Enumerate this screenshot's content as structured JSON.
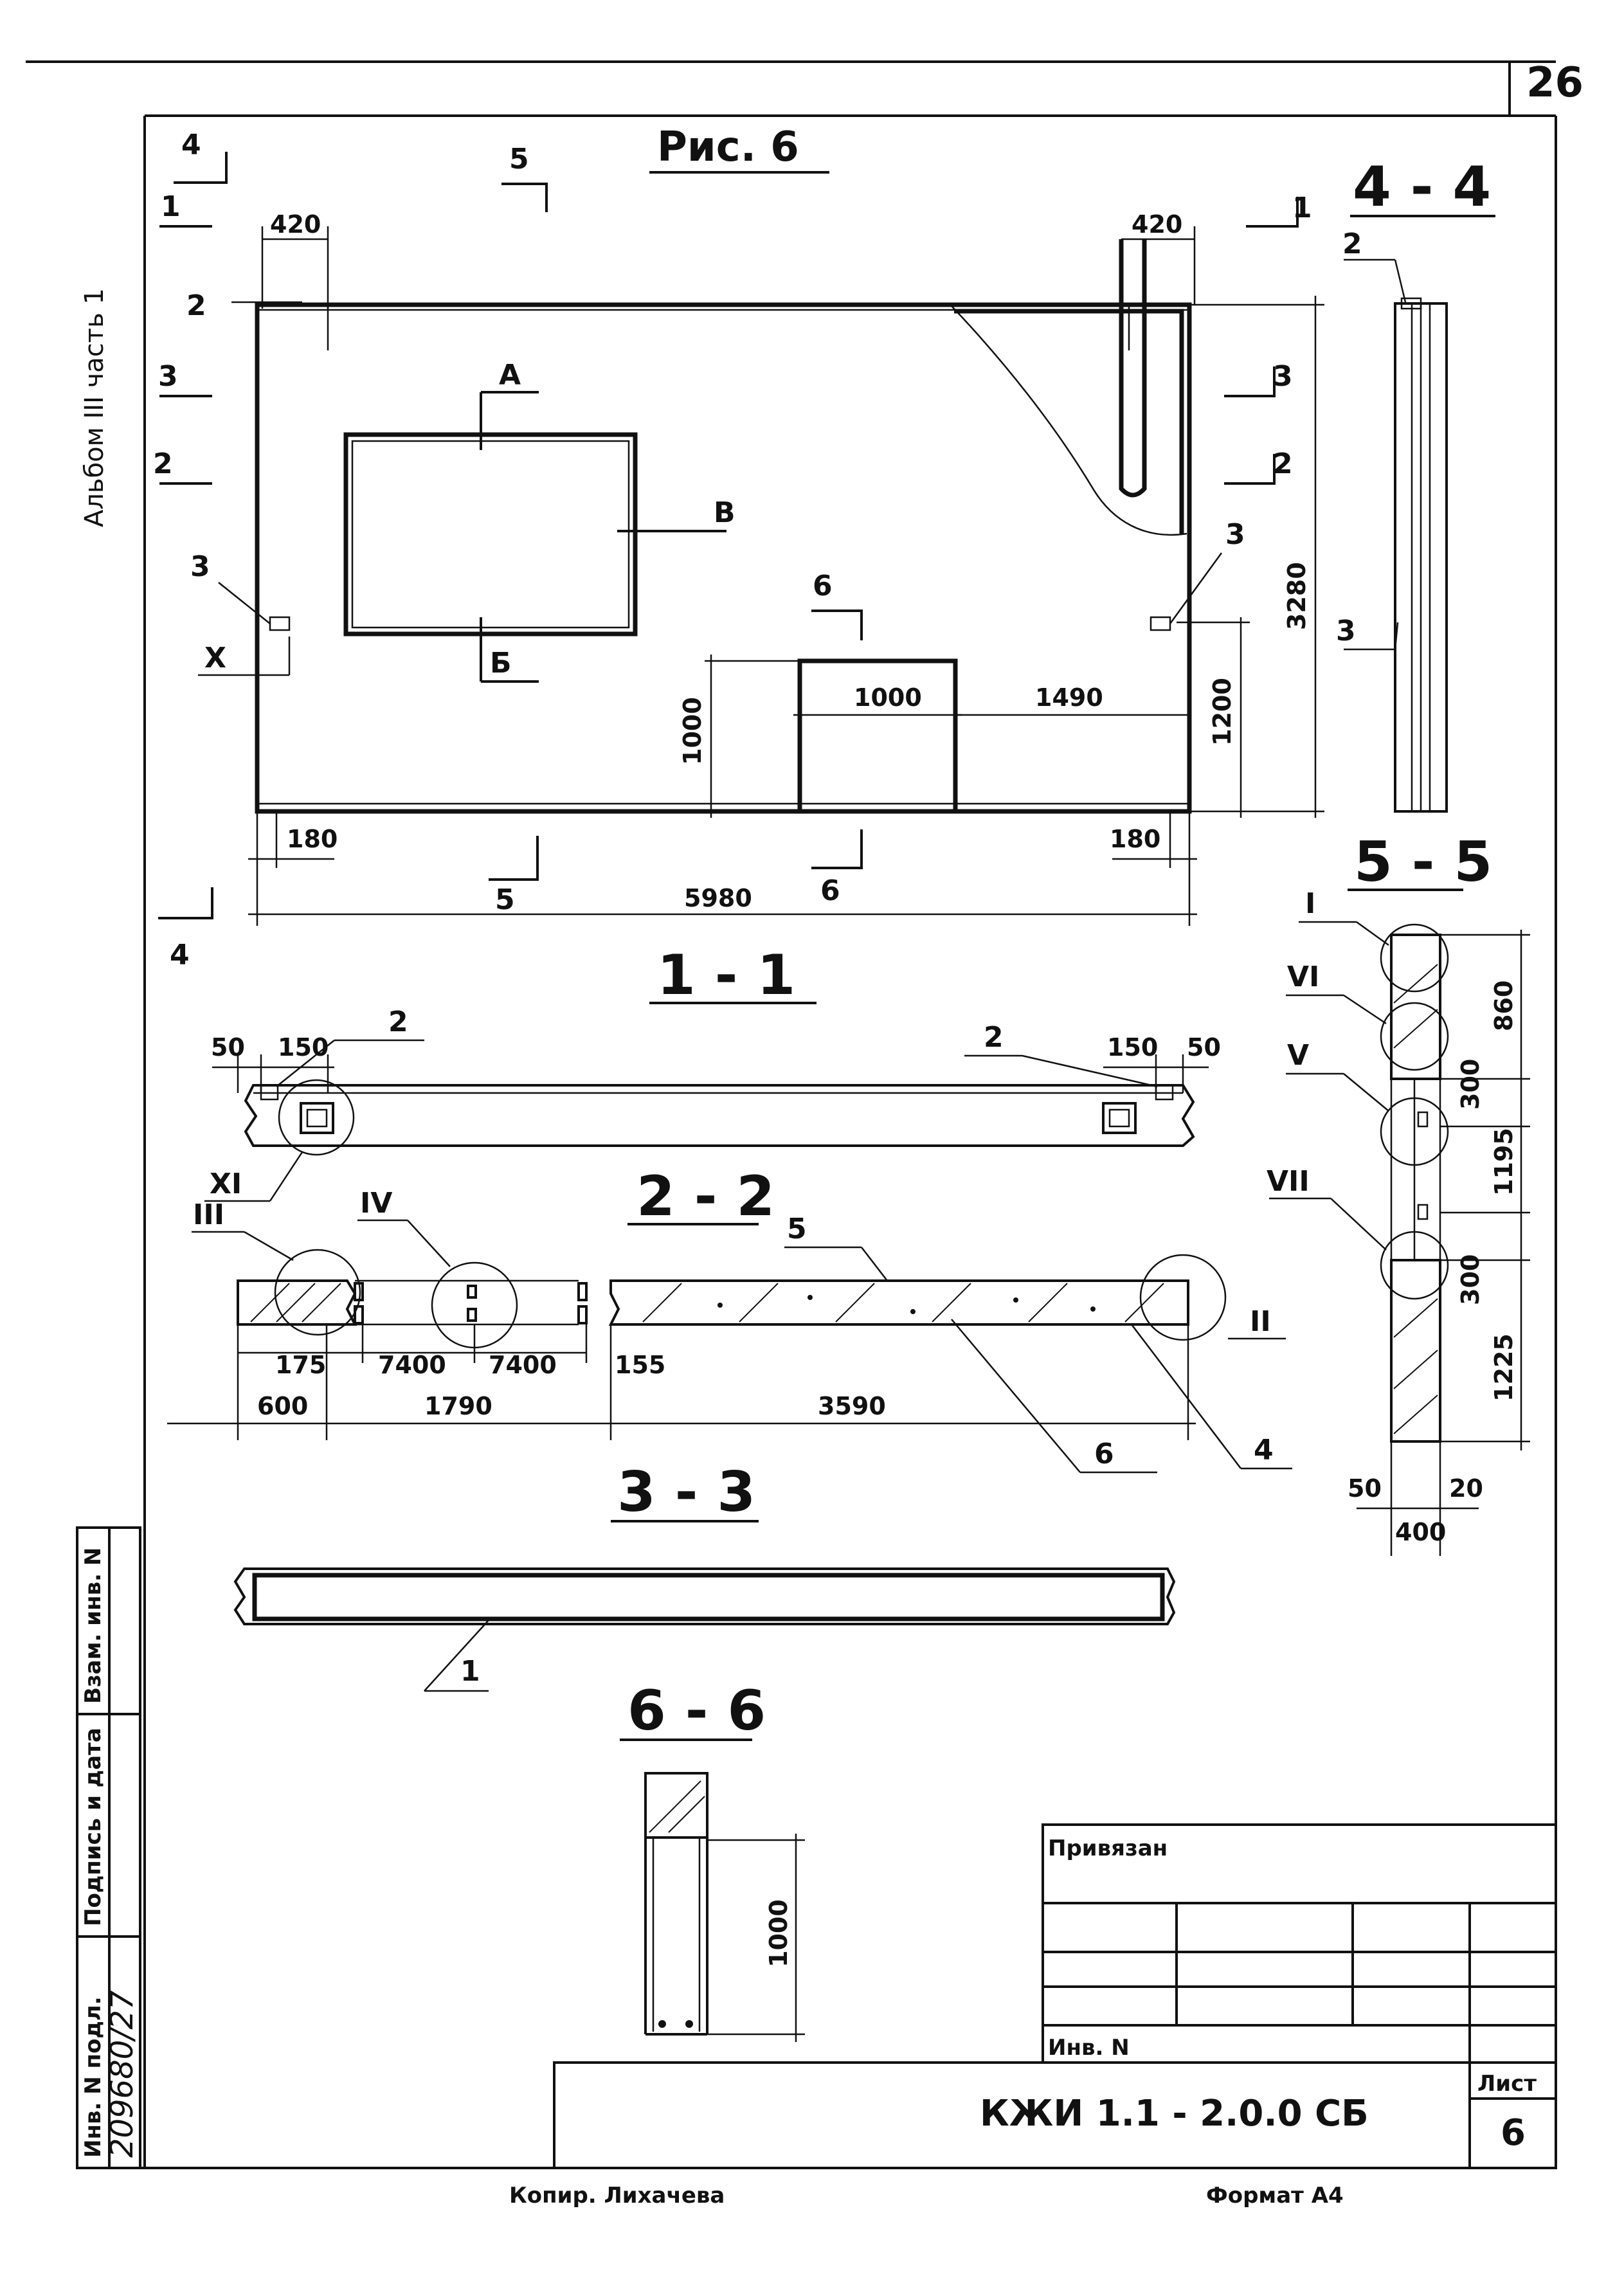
{
  "page_number": "26",
  "figure_title": "Рис. 6",
  "album_label": "Альбом III часть 1",
  "section_labels": {
    "s4_4": "4 - 4",
    "s1_1": "1 - 1",
    "s2_2": "2 - 2",
    "s3_3": "3 - 3",
    "s5_5": "5 - 5",
    "s6_6": "6 - 6"
  },
  "cut_marks": {
    "c4": "4",
    "c5": "5",
    "c1": "1",
    "c3": "3",
    "c2": "2",
    "c6": "6"
  },
  "elevation": {
    "dims": {
      "top_left": "420",
      "top_right": "420",
      "width_total": "5980",
      "height_total": "3280",
      "edge_left": "180",
      "edge_right": "180",
      "door_width": "1000",
      "door_height": "1000",
      "door_to_edge": "1490",
      "embed_height": "1200"
    },
    "callouts": {
      "item2": "2",
      "item3_left": "3",
      "item3_right": "3",
      "point_a": "А",
      "point_b": "Б",
      "point_v": "В",
      "detail_x": "X"
    }
  },
  "section_4_4": {
    "item2": "2",
    "item3": "3"
  },
  "section_1_1": {
    "dims": {
      "l50": "50",
      "l150": "150",
      "r150": "150",
      "r50": "50"
    },
    "callouts": {
      "item2_left": "2",
      "item2_right": "2",
      "detail_xi": "XI"
    }
  },
  "section_2_2": {
    "dims": {
      "d175": "175",
      "d7400a": "7400",
      "d7400b": "7400",
      "d155": "155",
      "d600": "600",
      "d1790": "1790",
      "d3590": "3590"
    },
    "callouts": {
      "detail_iii": "III",
      "detail_iv": "IV",
      "detail_ii": "II",
      "item5": "5",
      "item6": "6",
      "item4": "4"
    }
  },
  "section_3_3": {
    "item1": "1"
  },
  "section_5_5": {
    "dims": {
      "d860": "860",
      "d300a": "300",
      "d1195": "1195",
      "d300b": "300",
      "d1225": "1225",
      "d50": "50",
      "d20": "20",
      "d400": "400"
    },
    "callouts": {
      "d_i": "I",
      "d_vi": "VI",
      "d_v": "V",
      "d_vii": "VII"
    }
  },
  "section_6_6": {
    "dim1000": "1000"
  },
  "side_stamp": {
    "col_inv_podl": "Инв. N подл.",
    "col_podpis": "Подпись и дата",
    "col_vzam": "Взам. инв. N",
    "inv_value": "209680/27"
  },
  "title_block": {
    "privyazan": "Привязан",
    "inv_n": "Инв. N",
    "sheet_label": "Лист",
    "sheet_number": "6",
    "document_code": "КЖИ 1.1 - 2.0.0 СБ"
  },
  "footer": {
    "copier": "Копир. Лихачева",
    "format": "Формат А4"
  }
}
